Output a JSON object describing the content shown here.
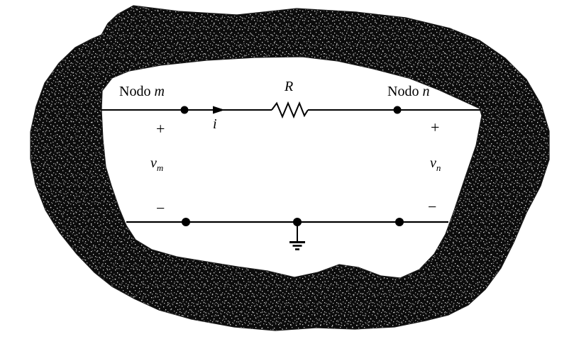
{
  "figure": {
    "description": "Circuit blob diagram: resistor R connected between node m and node n inside a generic circuit",
    "labels": {
      "node_m": {
        "prefix": "Nodo",
        "var": "m"
      },
      "node_n": {
        "prefix": "Nodo",
        "var": "n"
      },
      "resistor": "R",
      "current": "i",
      "v_m": {
        "base": "v",
        "sub": "m"
      },
      "v_n": {
        "base": "v",
        "sub": "n"
      },
      "plus_left": "+",
      "minus_left": "−",
      "plus_right": "+",
      "minus_right": "−"
    },
    "colors": {
      "ink": "#000000",
      "blob_base": "#0c0c0c",
      "speckle": "#ffffff",
      "background": "#ffffff"
    }
  }
}
